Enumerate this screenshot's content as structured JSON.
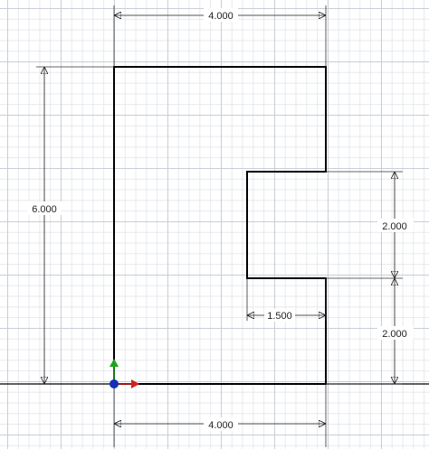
{
  "sketch": {
    "dimensions": {
      "top_width": "4.000",
      "bottom_width": "4.000",
      "left_height": "6.000",
      "notch_height": "2.000",
      "lower_height": "2.000",
      "notch_depth": "1.500"
    },
    "colors": {
      "profile": "#000000",
      "dimension": "#1a1a1a",
      "origin_point": "#1530b8",
      "y_axis": "#1ea51e",
      "x_axis": "#d02020",
      "grid_major": "#c9cfd6",
      "grid_minor": "#e6e9ed"
    },
    "icons": {
      "origin": "origin-point-icon",
      "x_axis": "x-axis-arrow-icon",
      "y_axis": "y-axis-arrow-icon"
    }
  }
}
